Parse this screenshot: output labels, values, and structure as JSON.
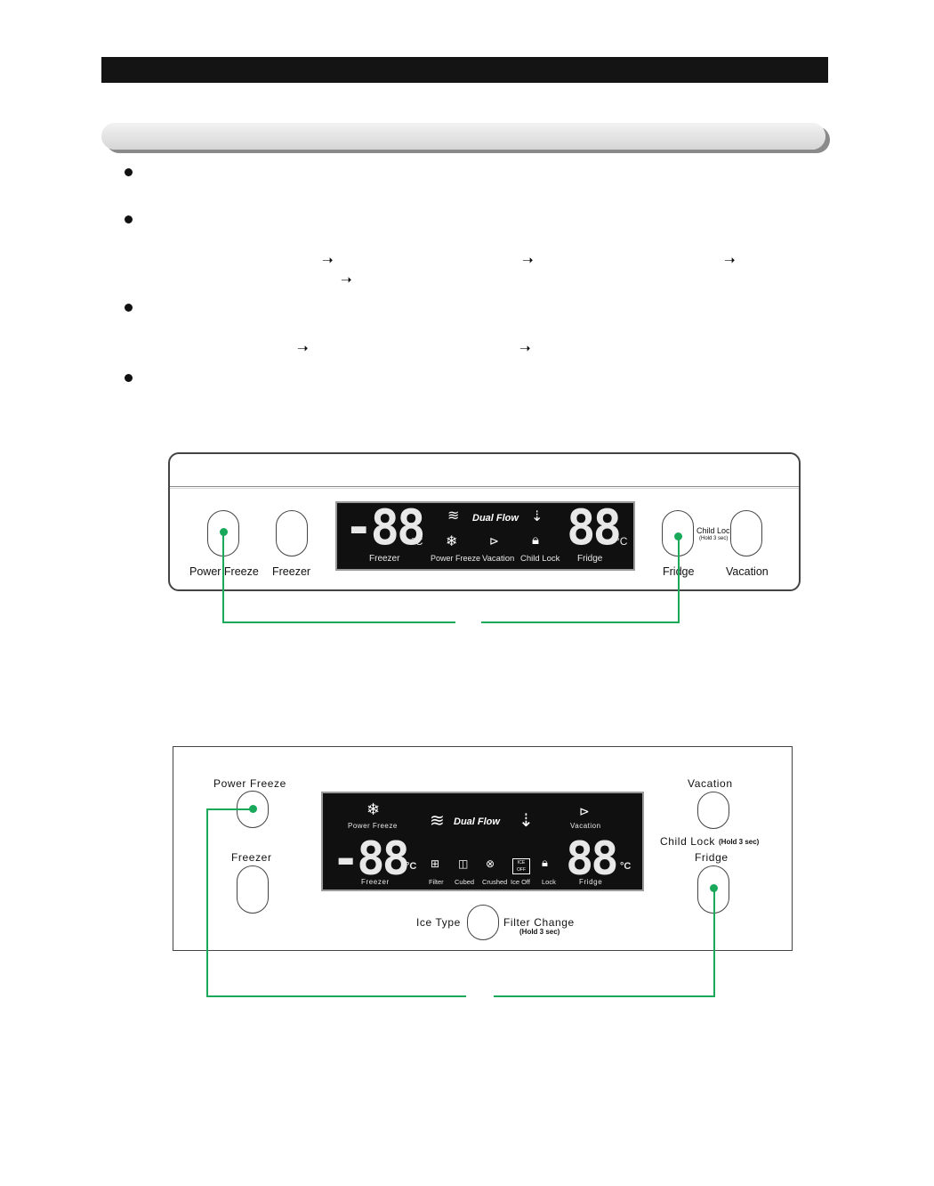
{
  "panel1": {
    "buttons": {
      "power_freeze": "Power Freeze",
      "freezer": "Freezer",
      "fridge": "Fridge",
      "vacation": "Vacation",
      "child_lock": "Child Lock",
      "child_lock_hold": "(Hold 3 sec)"
    },
    "display": {
      "freezer_temp": "-88",
      "fridge_temp": "88",
      "unit": "°C",
      "dual_flow": "Dual Flow",
      "freezer": "Freezer",
      "power_freeze": "Power Freeze",
      "vacation": "Vacation",
      "child_lock": "Child Lock",
      "fridge": "Fridge"
    }
  },
  "panel2": {
    "buttons": {
      "power_freeze": "Power Freeze",
      "freezer": "Freezer",
      "vacation": "Vacation",
      "child_lock": "Child Lock",
      "child_lock_hold": "(Hold 3 sec)",
      "fridge": "Fridge",
      "ice_type": "Ice Type",
      "filter_change": "Filter Change",
      "filter_change_hold": "(Hold 3 sec)"
    },
    "display": {
      "power_freeze": "Power Freeze",
      "dual_flow": "Dual Flow",
      "vacation": "Vacation",
      "freezer_temp": "-88",
      "fridge_temp": "88",
      "unit": "°C",
      "freezer": "Freezer",
      "filter": "Filter",
      "cubed": "Cubed",
      "crushed": "Crushed",
      "ice_off": "Ice Off",
      "ice_off_badge": "ICE OFF",
      "lock": "Lock",
      "fridge": "Fridge"
    }
  },
  "arrows": {
    "glyph": "➝"
  },
  "colors": {
    "accent_green": "#1aa85a",
    "display_bg": "#101010"
  }
}
